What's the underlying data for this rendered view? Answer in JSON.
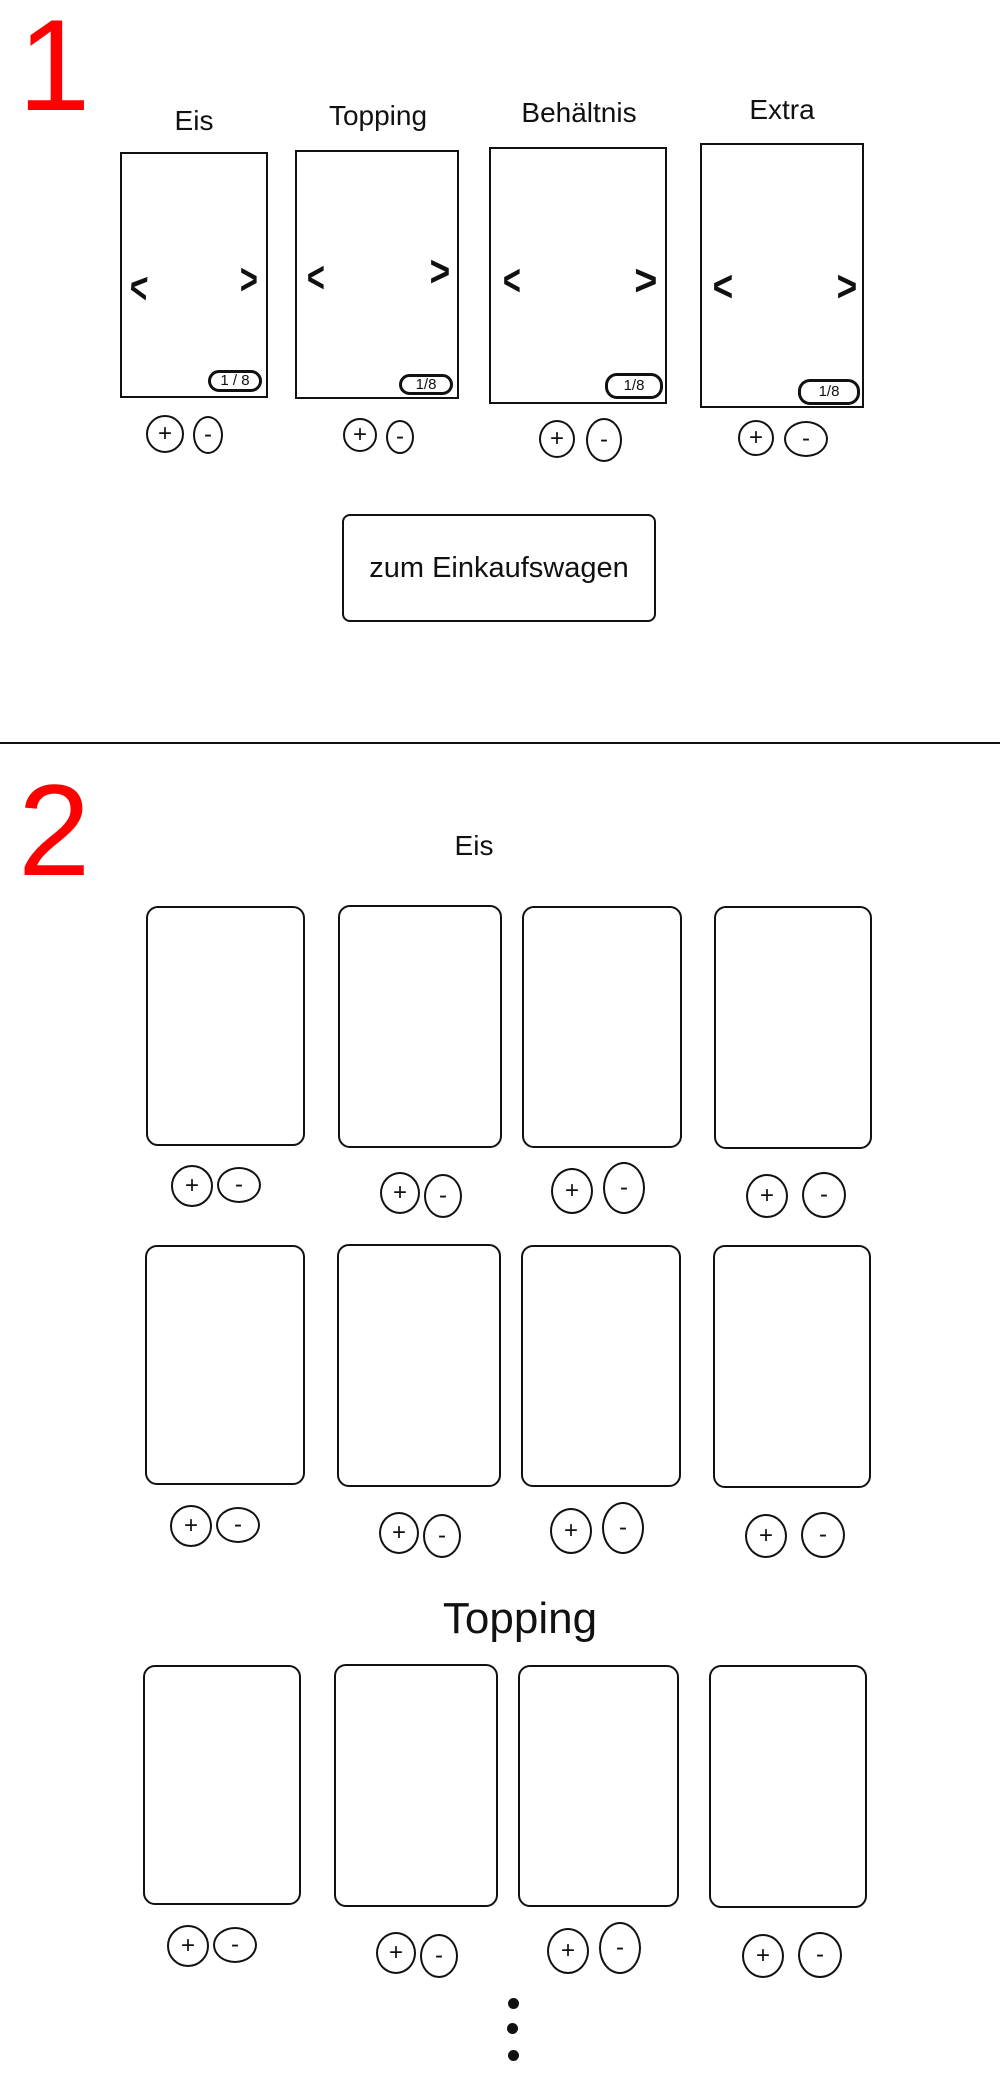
{
  "section1": {
    "number": "1",
    "columns": [
      {
        "label": "Eis",
        "counter": "1 / 8",
        "prev": "<",
        "next": ">",
        "plus": "+",
        "minus": "-"
      },
      {
        "label": "Topping",
        "counter": "1/8",
        "prev": "<",
        "next": ">",
        "plus": "+",
        "minus": "-"
      },
      {
        "label": "Behältnis",
        "counter": "1/8",
        "prev": "<",
        "next": ">",
        "plus": "+",
        "minus": "-"
      },
      {
        "label": "Extra",
        "counter": "1/8",
        "prev": "<",
        "next": ">",
        "plus": "+",
        "minus": "-"
      }
    ],
    "cart_button": "zum Einkaufswagen"
  },
  "section2": {
    "number": "2",
    "eis_heading": "Eis",
    "topping_heading": "Topping",
    "plus": "+",
    "minus": "-",
    "icons": {
      "more": "vertical-ellipsis-icon"
    }
  }
}
